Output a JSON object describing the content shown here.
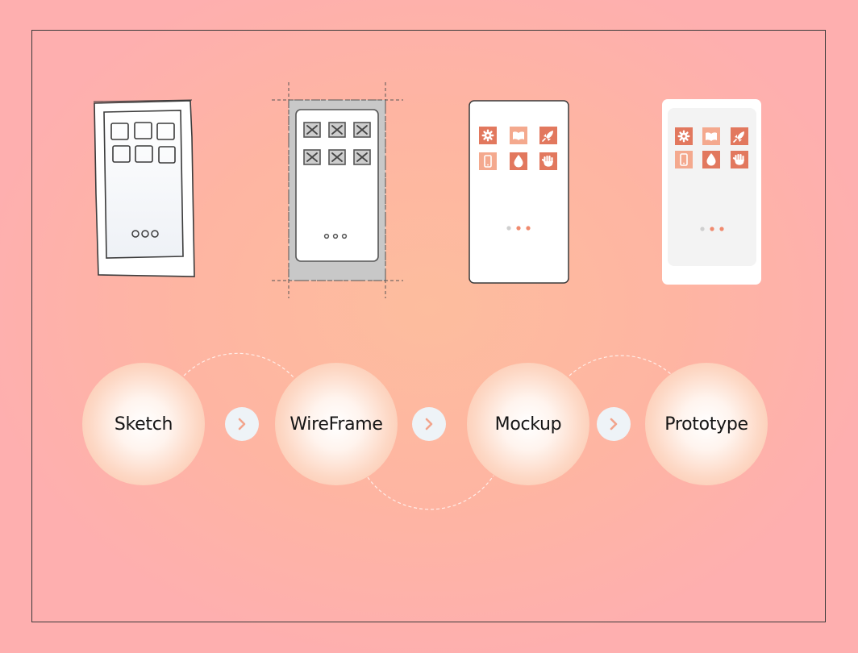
{
  "stages": [
    {
      "label": "Sketch"
    },
    {
      "label": "WireFrame"
    },
    {
      "label": "Mockup"
    },
    {
      "label": "Prototype"
    }
  ],
  "phones": [
    {
      "style": "sketch"
    },
    {
      "style": "wireframe"
    },
    {
      "style": "mockup"
    },
    {
      "style": "prototype"
    }
  ],
  "app_icons": [
    "gear-icon",
    "book-icon",
    "rocket-icon",
    "phone-icon",
    "drop-icon",
    "hand-icon"
  ],
  "colors": {
    "background": "#feb3a8",
    "icon_dark": "#e2785e",
    "icon_light": "#f4a98e",
    "arrow_bg": "#eef3f7",
    "arrow": "#f2a48c",
    "dot_active": "#f08a6e",
    "dot_inactive": "#cfcfcf"
  }
}
